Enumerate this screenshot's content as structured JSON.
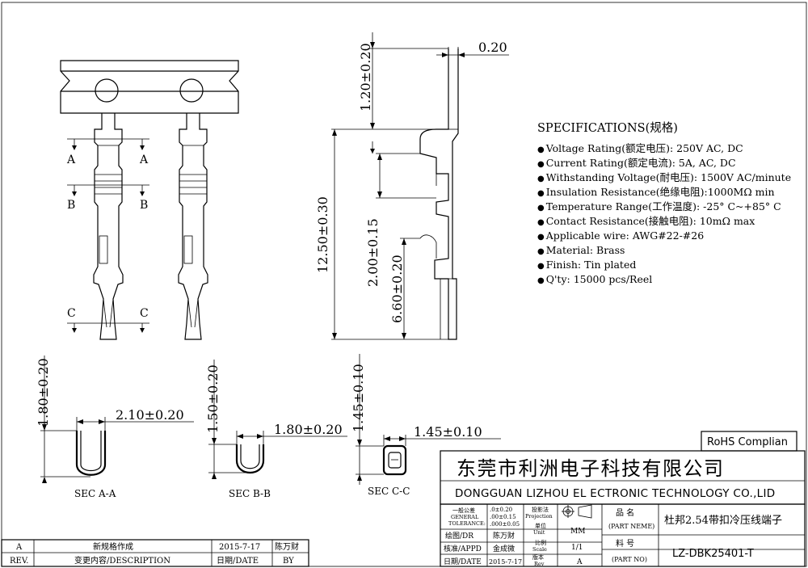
{
  "specs": {
    "title": "SPECIFICATIONS(规格)",
    "items": [
      "Voltage Rating(额定电压): 250V AC, DC",
      "Current Rating(额定电流): 5A, AC, DC",
      "Withstanding Voltage(耐电压): 1500V AC/minute",
      "Insulation Resistance(绝缘电阻):1000MΩ min",
      "Temperature Range(工作温度): -25° C~+85° C",
      "Contact Resistance(接触电阻): 10mΩ max",
      "Applicable wire: AWG#22-#26",
      "Material: Brass",
      "Finish: Tin plated",
      "Q'ty: 15000 pcs/Reel"
    ]
  },
  "dims": {
    "side_top_height": "1.20±0.20",
    "side_thickness": "0.20",
    "side_overall": "12.50±0.30",
    "side_contact": "2.00±0.15",
    "side_tail": "6.60±0.20",
    "sec_aa_h": "1.80±0.20",
    "sec_aa_w": "2.10±0.20",
    "sec_bb_h": "1.50±0.20",
    "sec_bb_w": "1.80±0.20",
    "sec_cc_h": "1.45±0.10",
    "sec_cc_w": "1.45±0.10"
  },
  "section_marks": {
    "a": "A",
    "b": "B",
    "c": "C"
  },
  "section_labels": {
    "aa": "SEC A-A",
    "bb": "SEC B-B",
    "cc": "SEC C-C"
  },
  "rohs": "RoHS Complian",
  "company": {
    "cn": "东莞市利洲电子科技有限公司",
    "en": "DONGGUAN LIZHOU EL ECTRONIC TECHNOLOGY CO.,LID"
  },
  "titleblock": {
    "tol_label_cn": "一般公差",
    "tol_label_en1": "GENERAL",
    "tol_label_en2": "TOLERANCE:",
    "tol_1": ".0±0.20",
    "tol_2": ".00±0.15",
    "tol_3": ".000±0.05",
    "proj_cn": "投影法",
    "proj_en": "Projection",
    "unit_cn": "单位",
    "unit_en": "Unit",
    "unit_val": "MM",
    "scale_cn": "比例",
    "scale_en": "Scale",
    "scale_val": "1/1",
    "ver_cn": "版本",
    "ver_en": "Rev",
    "ver_val": "A",
    "drawn_label": "绘图/DR",
    "drawn_name": "陈万财",
    "check_label": "核准/APPD",
    "check_name": "金成微",
    "date_label": "日期/DATE",
    "date_val": "2015-7-17",
    "name_cn": "品  名",
    "name_en": "(PART NEME)",
    "name_val": "杜邦2.54带扣冷压线端子",
    "part_cn": "料  号",
    "part_en": "(PART NO)",
    "part_val": "LZ-DBK25401-T"
  },
  "revision": {
    "row_rev": "A",
    "row_desc": "新规格作成",
    "row_date": "2015-7-17",
    "row_by": "陈万财",
    "head_rev": "REV.",
    "head_desc": "变更内容/DESCRIPTION",
    "head_date": "日期/DATE",
    "head_by": "BY"
  }
}
